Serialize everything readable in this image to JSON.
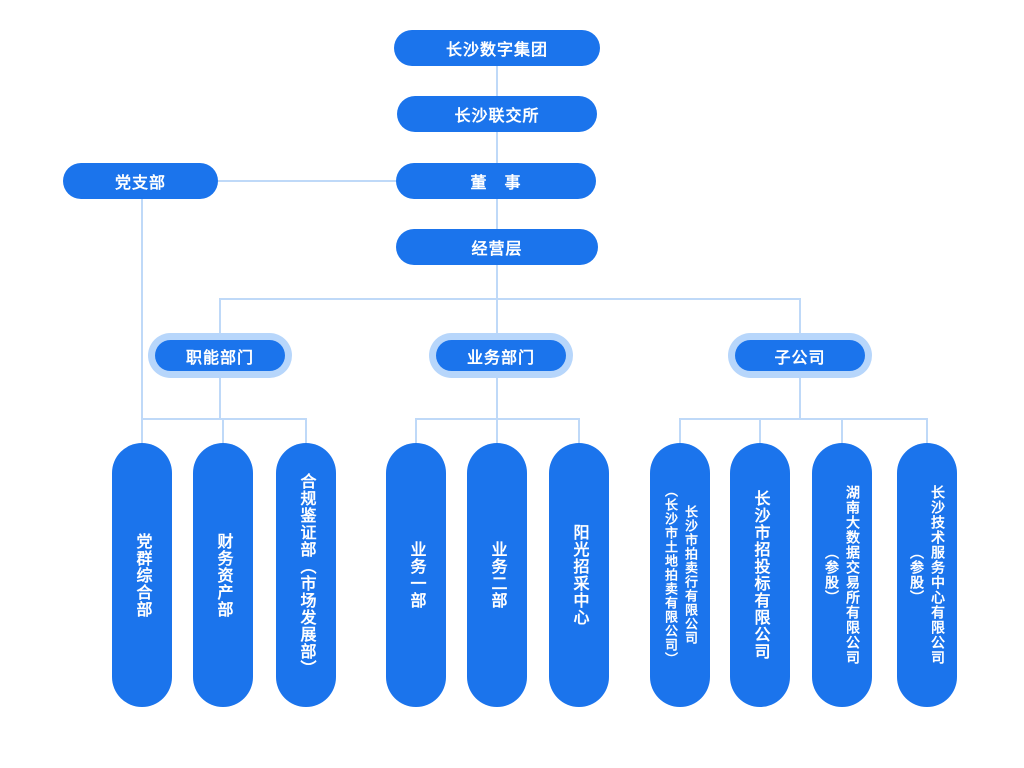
{
  "colors": {
    "blue": "#1B74EC",
    "halo": "#B7D6FB",
    "line": "#BFD9F8",
    "text_on_blue": "#FFFFFF"
  },
  "org": {
    "root": "长沙数字集团",
    "exchange": "长沙联交所",
    "party_branch": "党支部",
    "board": "董　事",
    "management": "经营层",
    "groups": [
      {
        "label": "职能部门",
        "children": [
          {
            "lines": [
              "党群综合部"
            ]
          },
          {
            "lines": [
              "财务资产部"
            ]
          },
          {
            "lines": [
              "合规鉴证部（市场发展部）"
            ]
          }
        ]
      },
      {
        "label": "业务部门",
        "children": [
          {
            "lines": [
              "业务一部"
            ]
          },
          {
            "lines": [
              "业务二部"
            ]
          },
          {
            "lines": [
              "阳光招采中心"
            ]
          }
        ]
      },
      {
        "label": "子公司",
        "children": [
          {
            "lines": [
              "长沙市拍卖行有限公司",
              "（长沙市土地拍卖有限公司）"
            ]
          },
          {
            "lines": [
              "长沙市招投标有限公司"
            ]
          },
          {
            "lines": [
              "湖南大数据交易所有限公司",
              "（参股）"
            ]
          },
          {
            "lines": [
              "长沙技术服务中心有限公司",
              "（参股）"
            ]
          }
        ]
      }
    ]
  }
}
